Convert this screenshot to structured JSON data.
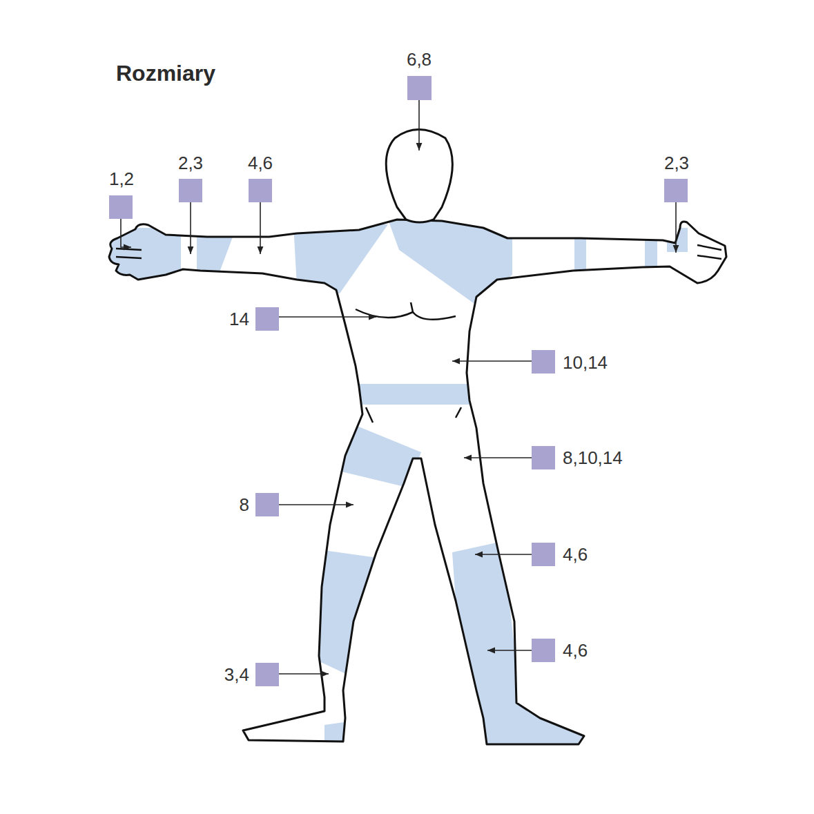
{
  "diagram": {
    "title": "Rozmiary",
    "labels": [
      "6,8",
      "1,2",
      "2,3",
      "4,6",
      "2,3",
      "14",
      "10,14",
      "8,10,14",
      "8",
      "4,6",
      "4,6",
      "3,4"
    ]
  }
}
